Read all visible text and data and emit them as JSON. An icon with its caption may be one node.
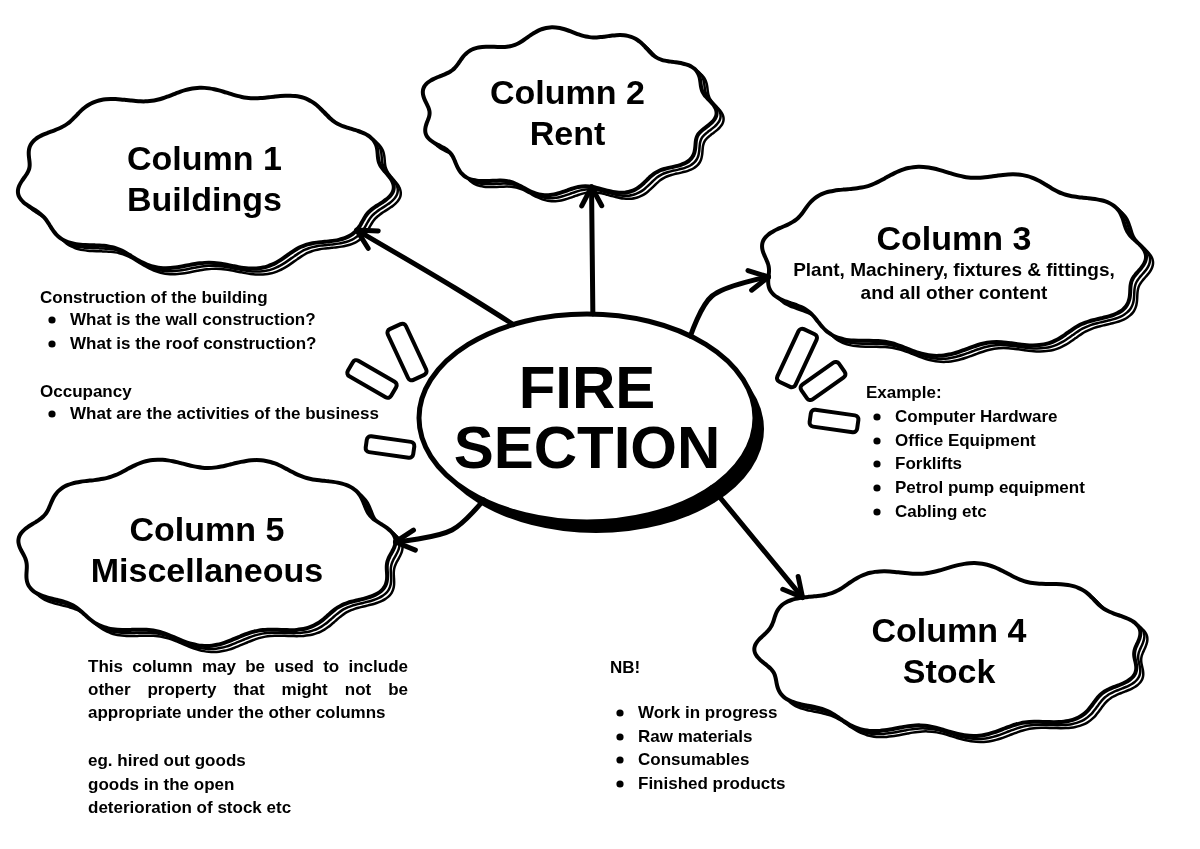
{
  "diagram": {
    "nodes": [
      {
        "text": [
          "Column 1",
          "Buildings"
        ]
      },
      {
        "text": [
          "Column 2",
          "Rent"
        ]
      },
      {
        "text": [
          "Column 3",
          "Plant, Machinery, fixtures & fittings, and all other content"
        ]
      },
      {
        "text": [
          "FIRE SECTION"
        ]
      },
      {
        "text": [
          "Column 5",
          "Miscellaneous"
        ]
      },
      {
        "text": [
          "Column 4",
          "Stock"
        ]
      }
    ],
    "edges": [
      {
        "from": 3,
        "to": 0,
        "arrow": "to"
      },
      {
        "from": 3,
        "to": 1,
        "arrow": "to"
      },
      {
        "from": 3,
        "to": 2,
        "arrow": "to"
      },
      {
        "from": 3,
        "to": 4,
        "arrow": "to"
      },
      {
        "from": 3,
        "to": 5,
        "arrow": "to"
      }
    ],
    "labels": [
      "Construction of the building",
      "What is the wall construction?",
      "What is the roof construction?",
      "Occupancy",
      "What are the activities of the business",
      "Example:",
      "Computer Hardware",
      "Office Equipment",
      "Forklifts",
      "Petrol pump equipment",
      "Cabling etc",
      "This column may be used to include other property that might not be appropriate under the other columns",
      "eg. hired out goods",
      "goods in the open",
      "deterioration of stock etc",
      "NB!",
      "Work in progress",
      "Raw materials",
      "Consumables",
      "Finished products"
    ]
  }
}
